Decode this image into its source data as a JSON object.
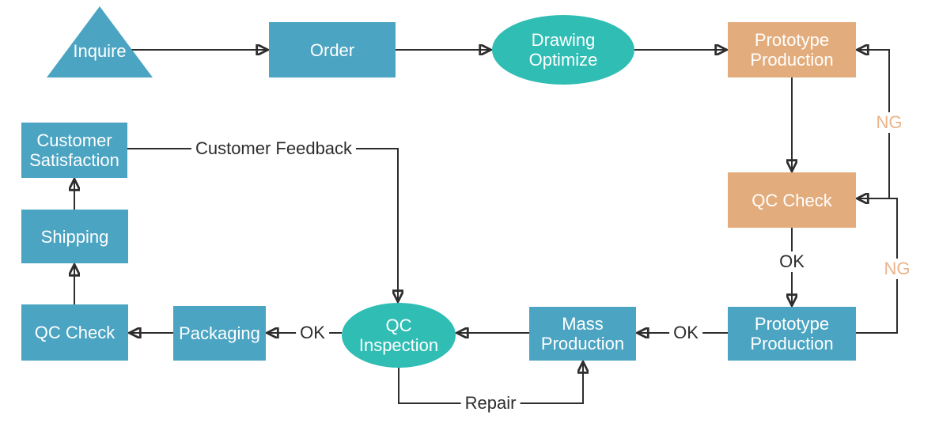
{
  "diagram": {
    "type": "flowchart",
    "colors": {
      "node_blue": "#4ba4c2",
      "node_teal": "#2fbdb4",
      "node_orange": "#e3ac7c",
      "node_text": "#ffffff",
      "line": "#2d2d2d",
      "edge_label_text": "#2d2d2d",
      "ng_label_text": "#eab48a",
      "background": "#ffffff"
    },
    "nodes": {
      "inquire": {
        "label": "Inquire",
        "shape": "triangle",
        "color": "blue"
      },
      "order": {
        "label": "Order",
        "shape": "rectangle",
        "color": "blue"
      },
      "drawing_optimize": {
        "label": "Drawing\nOptimize",
        "shape": "ellipse",
        "color": "teal"
      },
      "prototype_production_1": {
        "label": "Prototype\nProduction",
        "shape": "rectangle",
        "color": "orange"
      },
      "qc_check_1": {
        "label": "QC Check",
        "shape": "rectangle",
        "color": "orange"
      },
      "prototype_production_2": {
        "label": "Prototype\nProduction",
        "shape": "rectangle",
        "color": "blue"
      },
      "mass_production": {
        "label": "Mass\nProduction",
        "shape": "rectangle",
        "color": "blue"
      },
      "qc_inspection": {
        "label": "QC\nInspection",
        "shape": "ellipse",
        "color": "teal"
      },
      "packaging": {
        "label": "Packaging",
        "shape": "rectangle",
        "color": "blue"
      },
      "qc_check_2": {
        "label": "QC Check",
        "shape": "rectangle",
        "color": "blue"
      },
      "shipping": {
        "label": "Shipping",
        "shape": "rectangle",
        "color": "blue"
      },
      "customer_satisfaction": {
        "label": "Customer\nSatisfaction",
        "shape": "rectangle",
        "color": "blue"
      }
    },
    "edge_labels": {
      "ok_qc1_to_prototype2": "OK",
      "ok_prototype2_to_mass": "OK",
      "ok_inspection_to_packaging": "OK",
      "ng_qc1_to_prototype1": "NG",
      "ng_prototype2_to_qc1": "NG",
      "customer_feedback": "Customer Feedback",
      "repair": "Repair"
    }
  }
}
